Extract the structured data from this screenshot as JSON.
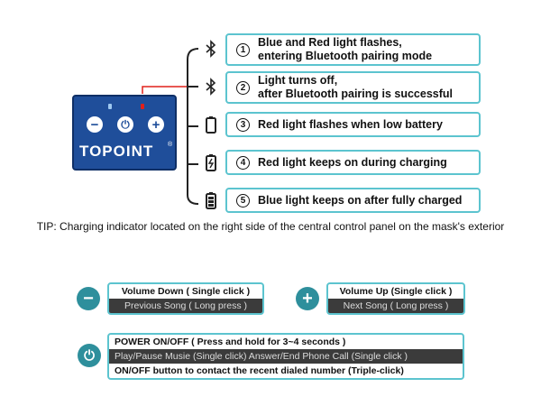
{
  "panel": {
    "brand": "TOPOINT",
    "reg_mark": "®",
    "buttons": [
      {
        "icon": "minus-icon",
        "glyph": "−"
      },
      {
        "icon": "power-icon",
        "glyph": "⏻"
      },
      {
        "icon": "plus-icon",
        "glyph": "+"
      }
    ],
    "colors": {
      "panel": "#1f4e9a",
      "led_blue": "#9ec8f0",
      "led_red": "#e0201a",
      "accent": "#5cc4cf",
      "button_circle": "#2e8f9c"
    }
  },
  "indicators": [
    {
      "num": "1",
      "icon": "bluetooth-icon",
      "lines": [
        "Blue and Red light flashes,",
        "entering Bluetooth pairing mode"
      ]
    },
    {
      "num": "2",
      "icon": "bluetooth-icon",
      "lines": [
        "Light turns off,",
        "after Bluetooth pairing is successful"
      ]
    },
    {
      "num": "3",
      "icon": "battery-low-icon",
      "lines": [
        "Red light flashes when low battery"
      ]
    },
    {
      "num": "4",
      "icon": "battery-charging-icon",
      "lines": [
        "Red light keeps on during charging"
      ]
    },
    {
      "num": "5",
      "icon": "battery-full-icon",
      "lines": [
        "Blue light keeps on after fully charged"
      ]
    }
  ],
  "tip": "TIP: Charging indicator located on the right side of the central control panel on the mask's exterior",
  "functions": {
    "volume_down": {
      "icon": "minus-icon",
      "glyph": "−",
      "primary": "Volume Down ( Single click )",
      "secondary": "Previous Song ( Long press )"
    },
    "volume_up": {
      "icon": "plus-icon",
      "glyph": "+",
      "primary": "Volume Up (Single click )",
      "secondary": "Next Song ( Long press )"
    },
    "power": {
      "icon": "power-icon",
      "glyph": "⏻",
      "line1": "POWER ON/OFF ( Press and hold for 3~4 seconds )",
      "line2": "Play/Pause Musie (Single click) Answer/End Phone Call (Single click )",
      "line3": "ON/OFF button to contact the recent dialed number (Triple-click)"
    }
  }
}
